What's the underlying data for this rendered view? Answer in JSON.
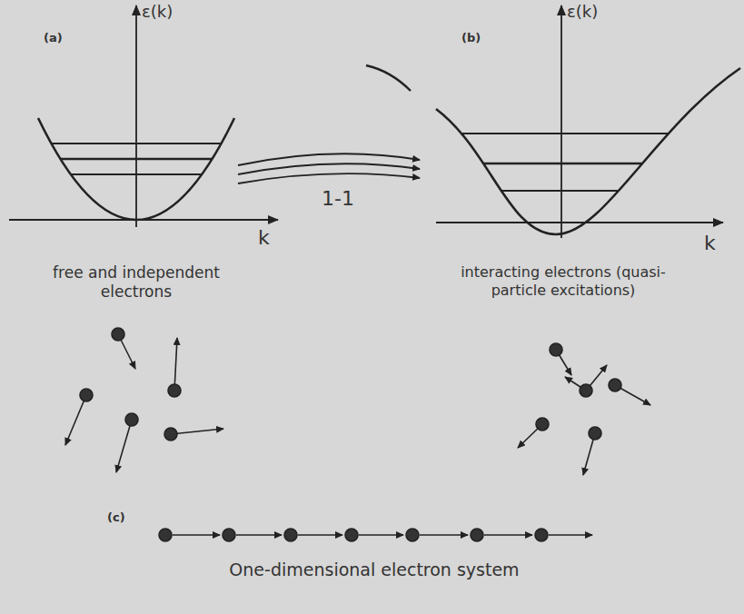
{
  "diagram": {
    "labels": [
      "ε(k)",
      "(a)",
      "k",
      "ε(k)",
      "(b)",
      "k",
      "1-1",
      "free and independent electrons",
      "interacting electrons (quasi-particle excitations)",
      "(c)",
      "One-dimensional electron system"
    ]
  }
}
